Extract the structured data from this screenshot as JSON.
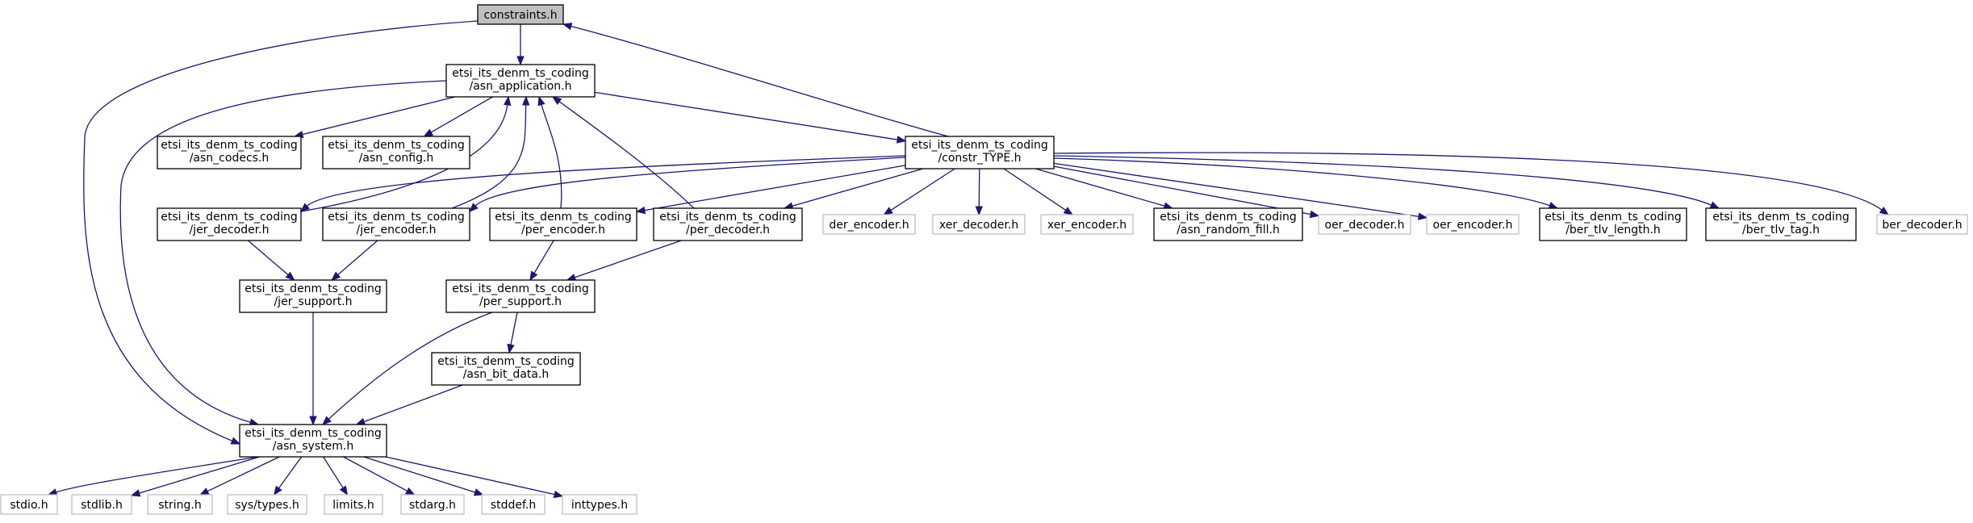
{
  "nodes": [
    {
      "id": "root",
      "lines": [
        "constraints.h"
      ],
      "style": "root"
    },
    {
      "id": "asn_application",
      "lines": [
        "etsi_its_denm_ts_coding",
        "/asn_application.h"
      ],
      "style": "normal"
    },
    {
      "id": "asn_codecs",
      "lines": [
        "etsi_its_denm_ts_coding",
        "/asn_codecs.h"
      ],
      "style": "normal"
    },
    {
      "id": "asn_config",
      "lines": [
        "etsi_its_denm_ts_coding",
        "/asn_config.h"
      ],
      "style": "normal"
    },
    {
      "id": "constr_TYPE",
      "lines": [
        "etsi_its_denm_ts_coding",
        "/constr_TYPE.h"
      ],
      "style": "normal"
    },
    {
      "id": "jer_decoder",
      "lines": [
        "etsi_its_denm_ts_coding",
        "/jer_decoder.h"
      ],
      "style": "normal"
    },
    {
      "id": "jer_encoder",
      "lines": [
        "etsi_its_denm_ts_coding",
        "/jer_encoder.h"
      ],
      "style": "normal"
    },
    {
      "id": "per_encoder",
      "lines": [
        "etsi_its_denm_ts_coding",
        "/per_encoder.h"
      ],
      "style": "normal"
    },
    {
      "id": "per_decoder",
      "lines": [
        "etsi_its_denm_ts_coding",
        "/per_decoder.h"
      ],
      "style": "normal"
    },
    {
      "id": "der_encoder",
      "lines": [
        "der_encoder.h"
      ],
      "style": "external"
    },
    {
      "id": "xer_decoder",
      "lines": [
        "xer_decoder.h"
      ],
      "style": "external"
    },
    {
      "id": "xer_encoder",
      "lines": [
        "xer_encoder.h"
      ],
      "style": "external"
    },
    {
      "id": "asn_random_fill",
      "lines": [
        "etsi_its_denm_ts_coding",
        "/asn_random_fill.h"
      ],
      "style": "normal"
    },
    {
      "id": "oer_decoder",
      "lines": [
        "oer_decoder.h"
      ],
      "style": "external"
    },
    {
      "id": "oer_encoder",
      "lines": [
        "oer_encoder.h"
      ],
      "style": "external"
    },
    {
      "id": "ber_tlv_length",
      "lines": [
        "etsi_its_denm_ts_coding",
        "/ber_tlv_length.h"
      ],
      "style": "normal"
    },
    {
      "id": "ber_tlv_tag",
      "lines": [
        "etsi_its_denm_ts_coding",
        "/ber_tlv_tag.h"
      ],
      "style": "normal"
    },
    {
      "id": "ber_decoder",
      "lines": [
        "ber_decoder.h"
      ],
      "style": "external"
    },
    {
      "id": "jer_support",
      "lines": [
        "etsi_its_denm_ts_coding",
        "/jer_support.h"
      ],
      "style": "normal"
    },
    {
      "id": "per_support",
      "lines": [
        "etsi_its_denm_ts_coding",
        "/per_support.h"
      ],
      "style": "normal"
    },
    {
      "id": "asn_bit_data",
      "lines": [
        "etsi_its_denm_ts_coding",
        "/asn_bit_data.h"
      ],
      "style": "normal"
    },
    {
      "id": "asn_system",
      "lines": [
        "etsi_its_denm_ts_coding",
        "/asn_system.h"
      ],
      "style": "normal"
    },
    {
      "id": "stdio",
      "lines": [
        "stdio.h"
      ],
      "style": "external"
    },
    {
      "id": "stdlib",
      "lines": [
        "stdlib.h"
      ],
      "style": "external"
    },
    {
      "id": "string",
      "lines": [
        "string.h"
      ],
      "style": "external"
    },
    {
      "id": "sys_types",
      "lines": [
        "sys/types.h"
      ],
      "style": "external"
    },
    {
      "id": "limits",
      "lines": [
        "limits.h"
      ],
      "style": "external"
    },
    {
      "id": "stdarg",
      "lines": [
        "stdarg.h"
      ],
      "style": "external"
    },
    {
      "id": "stddef",
      "lines": [
        "stddef.h"
      ],
      "style": "external"
    },
    {
      "id": "inttypes",
      "lines": [
        "inttypes.h"
      ],
      "style": "external"
    }
  ],
  "edges": [
    {
      "from": "root",
      "to": "asn_application"
    },
    {
      "from": "root",
      "to": "asn_system"
    },
    {
      "from": "asn_application",
      "to": "asn_system"
    },
    {
      "from": "asn_application",
      "to": "asn_codecs"
    },
    {
      "from": "asn_application",
      "to": "asn_config"
    },
    {
      "from": "asn_application",
      "to": "constr_TYPE"
    },
    {
      "from": "constr_TYPE",
      "to": "root"
    },
    {
      "from": "constr_TYPE",
      "to": "jer_decoder"
    },
    {
      "from": "constr_TYPE",
      "to": "jer_encoder"
    },
    {
      "from": "constr_TYPE",
      "to": "per_encoder"
    },
    {
      "from": "constr_TYPE",
      "to": "per_decoder"
    },
    {
      "from": "constr_TYPE",
      "to": "der_encoder"
    },
    {
      "from": "constr_TYPE",
      "to": "xer_decoder"
    },
    {
      "from": "constr_TYPE",
      "to": "xer_encoder"
    },
    {
      "from": "constr_TYPE",
      "to": "asn_random_fill"
    },
    {
      "from": "constr_TYPE",
      "to": "oer_decoder"
    },
    {
      "from": "constr_TYPE",
      "to": "oer_encoder"
    },
    {
      "from": "constr_TYPE",
      "to": "ber_tlv_length"
    },
    {
      "from": "constr_TYPE",
      "to": "ber_tlv_tag"
    },
    {
      "from": "constr_TYPE",
      "to": "ber_decoder"
    },
    {
      "from": "jer_decoder",
      "to": "asn_application"
    },
    {
      "from": "jer_encoder",
      "to": "asn_application"
    },
    {
      "from": "per_encoder",
      "to": "asn_application"
    },
    {
      "from": "per_decoder",
      "to": "asn_application"
    },
    {
      "from": "jer_decoder",
      "to": "jer_support"
    },
    {
      "from": "jer_encoder",
      "to": "jer_support"
    },
    {
      "from": "per_encoder",
      "to": "per_support"
    },
    {
      "from": "per_decoder",
      "to": "per_support"
    },
    {
      "from": "jer_support",
      "to": "asn_system"
    },
    {
      "from": "per_support",
      "to": "asn_system"
    },
    {
      "from": "per_support",
      "to": "asn_bit_data"
    },
    {
      "from": "asn_bit_data",
      "to": "asn_system"
    },
    {
      "from": "asn_system",
      "to": "stdio"
    },
    {
      "from": "asn_system",
      "to": "stdlib"
    },
    {
      "from": "asn_system",
      "to": "string"
    },
    {
      "from": "asn_system",
      "to": "sys_types"
    },
    {
      "from": "asn_system",
      "to": "limits"
    },
    {
      "from": "asn_system",
      "to": "stdarg"
    },
    {
      "from": "asn_system",
      "to": "stddef"
    },
    {
      "from": "asn_system",
      "to": "inttypes"
    }
  ],
  "colors": {
    "edge": "#191970",
    "node_border": "#000000",
    "external_border": "#bfbfbf",
    "root_fill": "#bfbfbf",
    "background": "#ffffff"
  }
}
